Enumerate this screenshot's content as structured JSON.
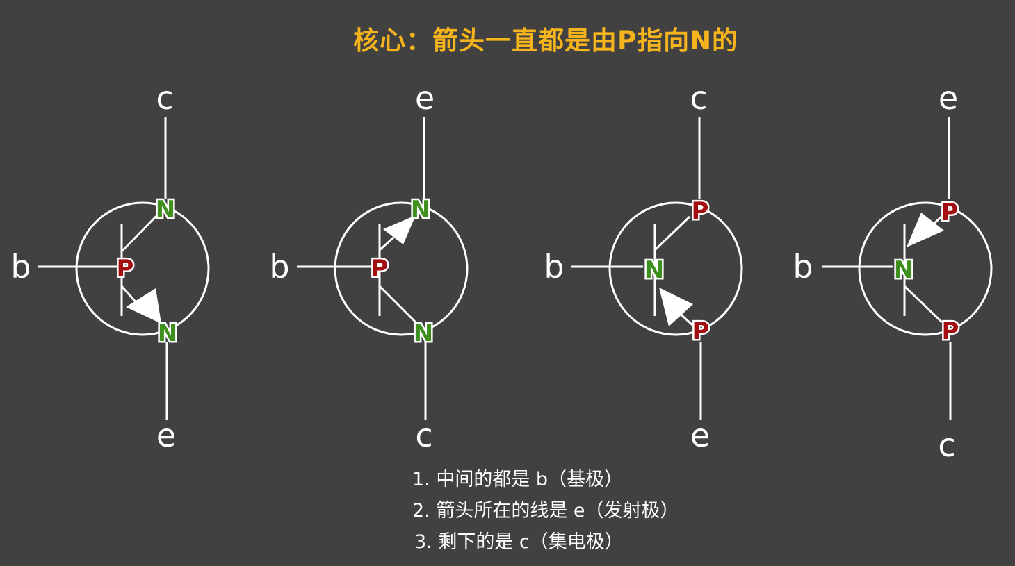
{
  "title": "核心：箭头一直都是由P指向N的",
  "rules": [
    "1. 中间的都是 b（基极）",
    "2. 箭头所在的线是 e（发射极）",
    "3. 剩下的是 c（集电极）"
  ],
  "colors": {
    "background": "#414141",
    "title": "#f5b41c",
    "n_region": "#3f8f1f",
    "p_region": "#a30f10",
    "lines": "#ffffff"
  },
  "transistors": [
    {
      "kind": "NPN",
      "arrow": "outward-on-emitter",
      "terminal_top": "c",
      "terminal_left": "b",
      "terminal_bottom": "e",
      "region_top": "N",
      "region_mid": "P",
      "region_bottom": "N"
    },
    {
      "kind": "NPN",
      "arrow": "outward-on-emitter",
      "terminal_top": "e",
      "terminal_left": "b",
      "terminal_bottom": "c",
      "region_top": "N",
      "region_mid": "P",
      "region_bottom": "N"
    },
    {
      "kind": "PNP",
      "arrow": "inward-on-emitter",
      "terminal_top": "c",
      "terminal_left": "b",
      "terminal_bottom": "e",
      "region_top": "P",
      "region_mid": "N",
      "region_bottom": "P"
    },
    {
      "kind": "PNP",
      "arrow": "inward-on-emitter",
      "terminal_top": "e",
      "terminal_left": "b",
      "terminal_bottom": "c",
      "region_top": "P",
      "region_mid": "N",
      "region_bottom": "P"
    }
  ]
}
